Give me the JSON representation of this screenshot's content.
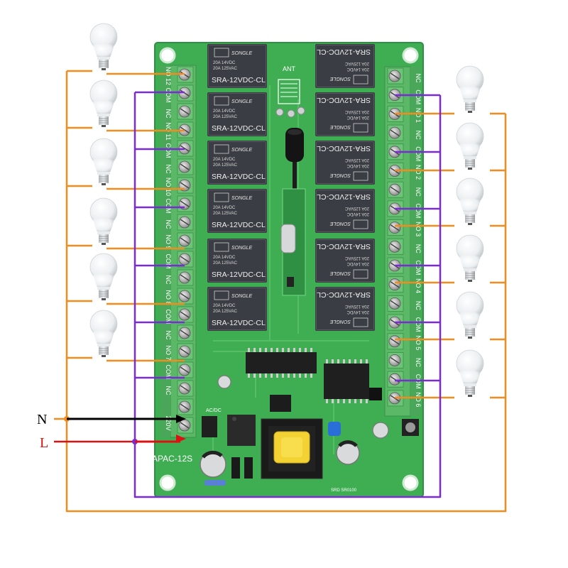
{
  "colors": {
    "board": "#3fae53",
    "board_dark": "#2f8f43",
    "terminal": "#5ab866",
    "relay": "#3c3f45",
    "orange_wire": "#f28c1e",
    "purple_wire": "#7a2bd6",
    "neutral_wire": "#000000",
    "live_wire": "#dd1111",
    "label_live": "#dd1111",
    "label_neutral": "#000000"
  },
  "inputs": {
    "neutral_label": "N",
    "live_label": "L"
  },
  "board": {
    "model": "APAC-12S",
    "antenna_label": "ANT",
    "power_label": "220V",
    "power_sub_label": "AC/DC",
    "module_code": "SRD SR0100"
  },
  "relay": {
    "brand": "SONGLE",
    "rating_1": "20A 14VDC",
    "rating_2": "20A 125VAC",
    "model": "SRA-12VDC-CL",
    "count": 12
  },
  "terminal_labels": {
    "nc": "NC",
    "com": "COM",
    "no": "NO",
    "left_channels": [
      "12",
      "11",
      "10",
      "9",
      "8",
      "7"
    ],
    "right_channels": [
      "1",
      "2",
      "3",
      "4",
      "5",
      "6"
    ]
  },
  "icons": {
    "lamp": "light-bulb-icon",
    "screw": "terminal-screw-icon"
  }
}
